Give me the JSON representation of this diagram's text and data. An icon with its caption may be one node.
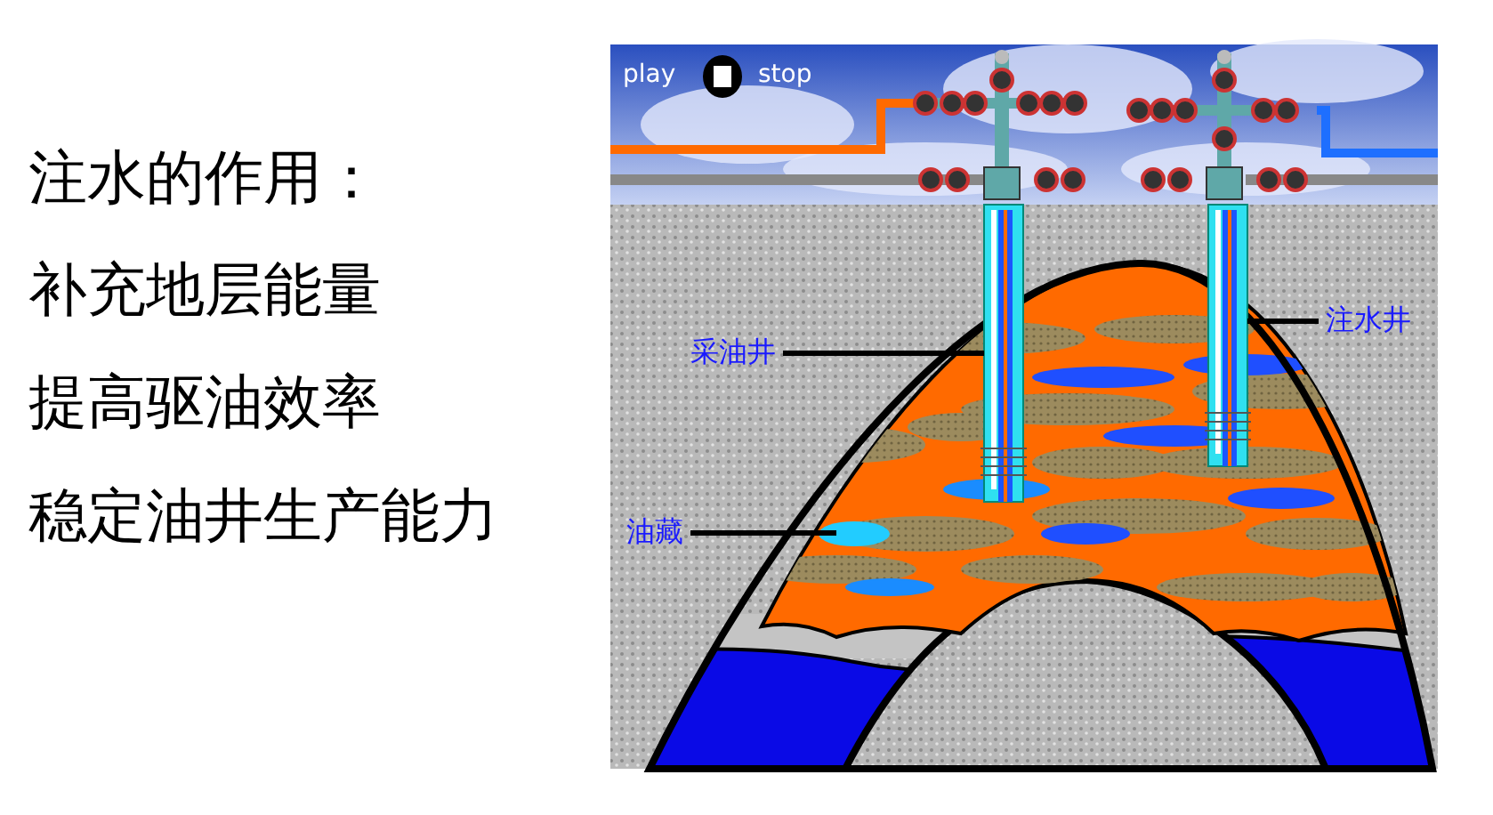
{
  "diagram": {
    "nodes": [
      {
        "text": [
          "采油井"
        ]
      },
      {
        "text": [],
        "shape": "picture"
      },
      {
        "text": [
          "注水井"
        ]
      },
      {
        "text": [],
        "shape": "picture"
      },
      {
        "text": [
          "油藏"
        ]
      },
      {
        "text": [],
        "shape": "picture"
      }
    ],
    "edges": [
      {
        "from": 0,
        "to": 1,
        "arrow": "none"
      },
      {
        "from": 2,
        "to": 3,
        "arrow": "none"
      },
      {
        "from": 4,
        "to": 5,
        "arrow": "none"
      }
    ],
    "labels": [
      "注水的作用：",
      "补充地层能量",
      "提高驱油效率",
      "稳定油井生产能力",
      "play",
      "stop"
    ]
  }
}
